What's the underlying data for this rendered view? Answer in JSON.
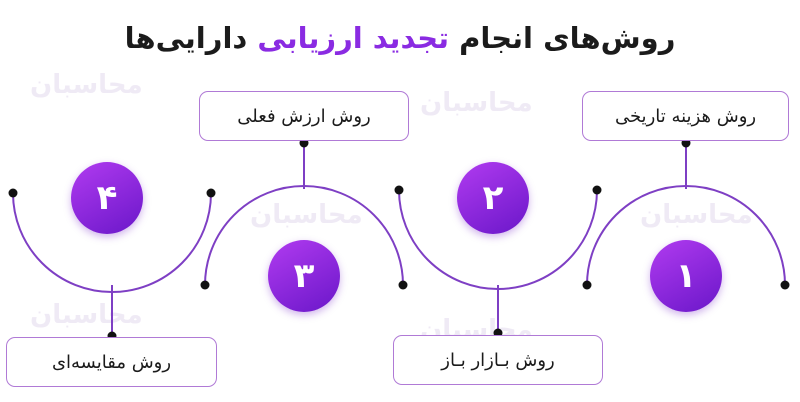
{
  "title": {
    "part_1": "روش‌های انجام",
    "highlight": "تجدید ارزیابی",
    "part_2": "دارایی‌ها"
  },
  "watermark": "محاسبان",
  "colors": {
    "accent": "#8a2be2",
    "arc": "#7e3fc4",
    "box_border": "#b07ad6",
    "dot": "#111111"
  },
  "steps": [
    {
      "number": "۱",
      "label": "روش هزینه تاریخی"
    },
    {
      "number": "۲",
      "label": "روش بـازار بـاز"
    },
    {
      "number": "۳",
      "label": "روش ارزش فعلی"
    },
    {
      "number": "۴",
      "label": "روش مقایسه‌ای"
    }
  ]
}
